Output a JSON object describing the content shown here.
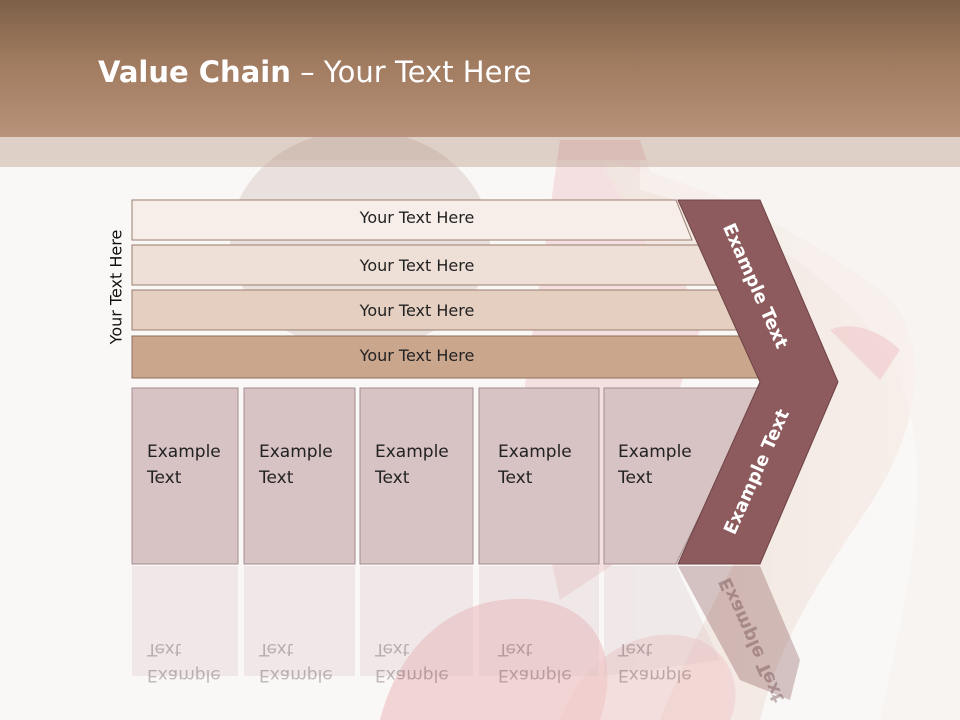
{
  "slide": {
    "title_bold": "Value Chain",
    "title_rest": " – Your Text Here",
    "side_label": "Your Text Here",
    "rows": [
      {
        "label": "Your Text Here"
      },
      {
        "label": "Your Text Here"
      },
      {
        "label": "Your Text Here"
      },
      {
        "label": "Your Text Here"
      }
    ],
    "columns": [
      {
        "line1": "Example",
        "line2": "Text"
      },
      {
        "line1": "Example",
        "line2": "Text"
      },
      {
        "line1": "Example",
        "line2": "Text"
      },
      {
        "line1": "Example",
        "line2": "Text"
      },
      {
        "line1": "Example",
        "line2": "Text"
      }
    ],
    "chevron_upper": "Example Text",
    "chevron_lower": "Example Text"
  },
  "colors": {
    "header": "#a07b5f",
    "chevron": "#8b5a5c",
    "column_fill": "#d8c3c5",
    "row_fills": [
      "#f6ede8",
      "#ecdcd2",
      "#e2cbbb",
      "#c9a58c"
    ]
  }
}
